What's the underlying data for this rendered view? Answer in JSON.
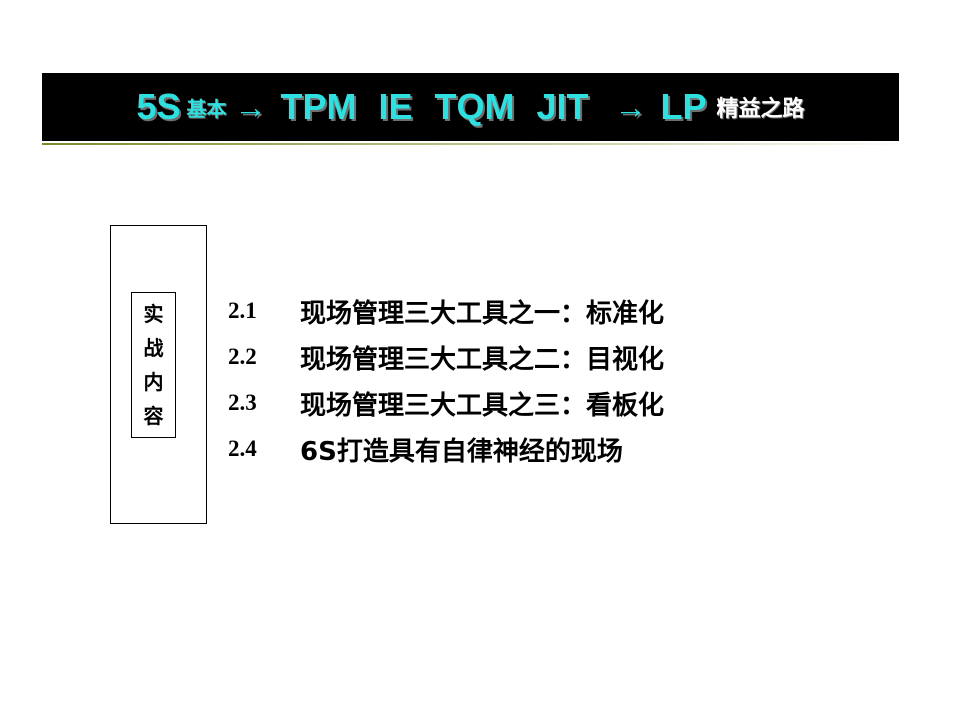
{
  "header": {
    "part1": "5S",
    "part2": "基本",
    "arrow1": "→",
    "part3": "TPM",
    "part4": "IE",
    "part5": "TQM",
    "part6": "JIT",
    "arrow2": "→",
    "part7": "LP",
    "part8": "精益之路"
  },
  "sidebar": {
    "chars": [
      "实",
      "战",
      "内",
      "容"
    ]
  },
  "items": [
    {
      "num": "2.1",
      "text": "现场管理三大工具之一：标准化"
    },
    {
      "num": "2.2",
      "text": "现场管理三大工具之二：目视化"
    },
    {
      "num": "2.3",
      "text": "现场管理三大工具之三：看板化"
    },
    {
      "num": "2.4",
      "text": "6S打造具有自律神经的现场"
    }
  ],
  "colors": {
    "title_bar": "#000000",
    "title_cyan": "#2fe0e0",
    "title_white": "#ffffff"
  }
}
